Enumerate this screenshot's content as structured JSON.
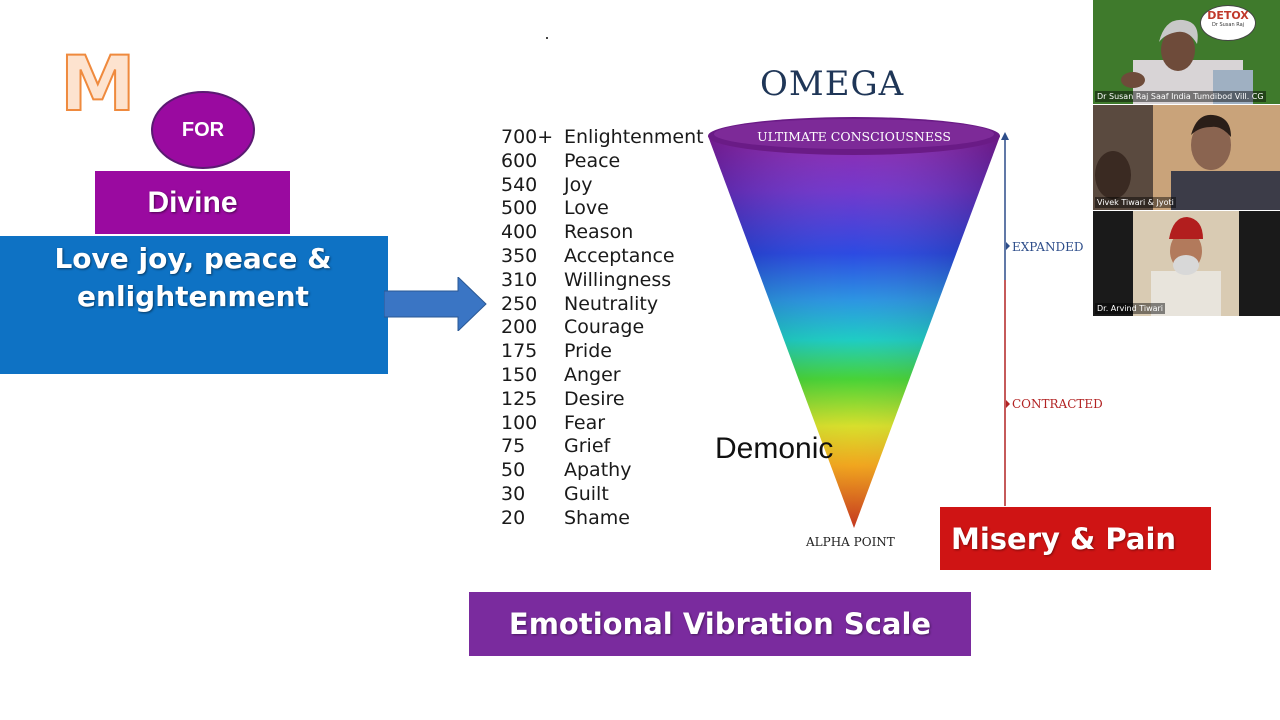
{
  "slide": {
    "big_letter": "M",
    "for_label": "FOR",
    "divine_label": "Divine",
    "love_text": "Love joy, peace & enlightenment",
    "omega_title": "OMEGA",
    "ultimate_label": "ULTIMATE CONSCIOUSNESS",
    "demonic_label": "Demonic",
    "alpha_label": "ALPHA POINT",
    "expanded_label": "EXPANDED",
    "contracted_label": "CONTRACTED",
    "misery_label": "Misery & Pain",
    "scale_title": "Emotional Vibration Scale",
    "scale": [
      {
        "value": "700+",
        "emotion": "Enlightenment"
      },
      {
        "value": "600",
        "emotion": "Peace"
      },
      {
        "value": "540",
        "emotion": "Joy"
      },
      {
        "value": "500",
        "emotion": "Love"
      },
      {
        "value": "400",
        "emotion": "Reason"
      },
      {
        "value": "350",
        "emotion": "Acceptance"
      },
      {
        "value": "310",
        "emotion": "Willingness"
      },
      {
        "value": "250",
        "emotion": "Neutrality"
      },
      {
        "value": "200",
        "emotion": "Courage"
      },
      {
        "value": "175",
        "emotion": "Pride"
      },
      {
        "value": "150",
        "emotion": "Anger"
      },
      {
        "value": "125",
        "emotion": "Desire"
      },
      {
        "value": "100",
        "emotion": "Fear"
      },
      {
        "value": "75",
        "emotion": "Grief"
      },
      {
        "value": "50",
        "emotion": "Apathy"
      },
      {
        "value": "30",
        "emotion": "Guilt"
      },
      {
        "value": "20",
        "emotion": "Shame"
      }
    ]
  },
  "participants": [
    {
      "name": "Dr Susan Raj Saaf India Tumdibod Vill. CG",
      "logo_text": "DETOX",
      "logo_sub": "Dr Susan Raj",
      "bg": "#3f7a2c"
    },
    {
      "name": "Vivek Tiwari & Jyoti",
      "bg": "#c9a37a"
    },
    {
      "name": "Dr. Arvind Tiwari",
      "bg": "#d9cbb3"
    }
  ],
  "colors": {
    "for_purple": "#9a0aa0",
    "love_blue": "#0e72c4",
    "misery_red": "#cf1414",
    "scale_purple": "#7a2b9e",
    "arrow_blue": "#3a75c4"
  }
}
